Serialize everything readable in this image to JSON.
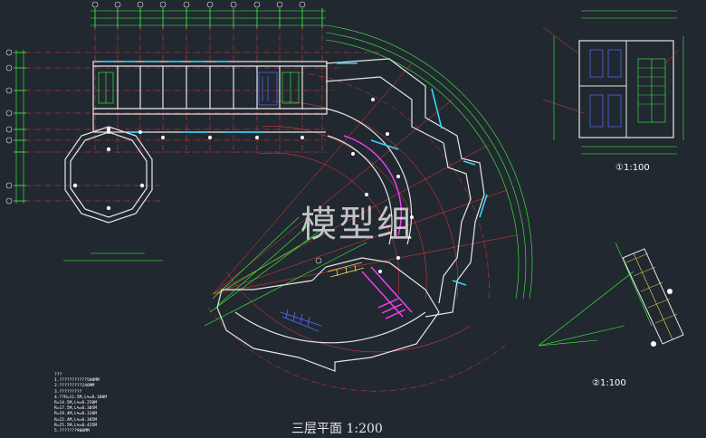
{
  "watermark": "模型组",
  "plan_title": "三层平面    1:200",
  "detail_scale_1": "①1:100",
  "detail_scale_2": "②1:100",
  "notes": [
    "???",
    "1.???????????500MM",
    "2.?????????240MM",
    "3.?????????",
    "4.??R=11.5M,L%=0.300M",
    "   R=14.5M,L%=0.250M",
    "   R=17.5M,L%=0.305M",
    "   R=19.4M,L%=0.320M",
    "   R=22.4M,L%=0.385M",
    "   R=25.5M,L%=0.435M",
    "5.???????900MM"
  ],
  "colors": {
    "background": "#212830",
    "wall": "#e6e6e6",
    "axis": "#ff3a3a",
    "dimension": "#3cff3c",
    "window": "#33d6ff",
    "stair_magenta": "#ff3cff",
    "stair_blue": "#5a6bff",
    "stair_yellow": "#f2e24a",
    "annotation": "#ffffff"
  }
}
